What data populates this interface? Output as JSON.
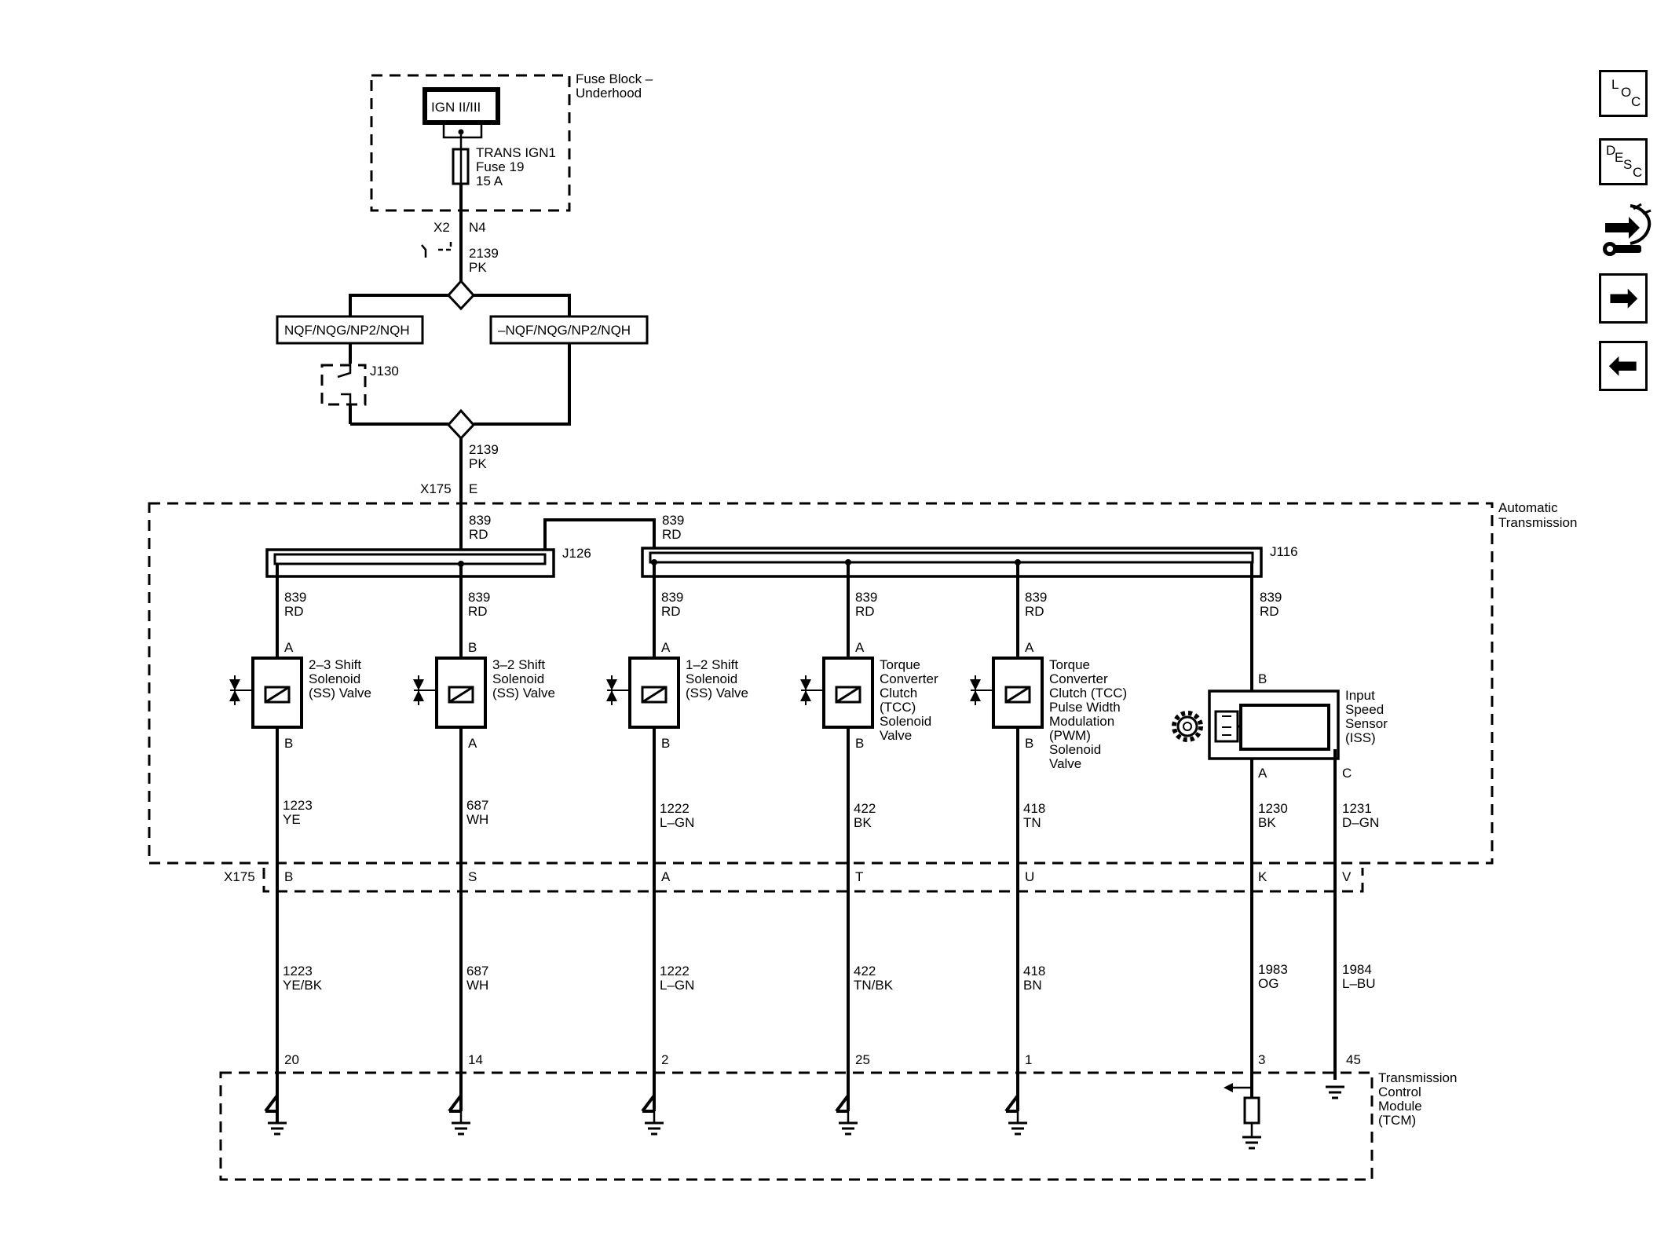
{
  "fuse_block": {
    "title_line1": "Fuse Block –",
    "title_line2": "Underhood",
    "power_label": "IGN II/III",
    "fuse_name": "TRANS IGN1",
    "fuse_number": "Fuse 19",
    "fuse_rating": "15 A"
  },
  "connector_x2": {
    "name": "X2",
    "pin": "N4"
  },
  "feed_wire_upper": {
    "circuit": "2139",
    "color": "PK"
  },
  "feed_wire_lower": {
    "circuit": "2139",
    "color": "PK"
  },
  "options": {
    "left": "NQF/NQG/NP2/NQH",
    "right": "–NQF/NQG/NP2/NQH"
  },
  "jumper_j130": "J130",
  "connector_x175_top": {
    "name": "X175",
    "pin": "E"
  },
  "transmission": {
    "title_line1": "Automatic",
    "title_line2": "Transmission"
  },
  "splices": {
    "j126": "J126",
    "j116": "J116"
  },
  "bus_left_wire": {
    "circuit": "839",
    "color": "RD"
  },
  "bus_right_wire": {
    "circuit": "839",
    "color": "RD"
  },
  "devices": [
    {
      "id": "ss23",
      "feed_circuit": "839",
      "feed_color": "RD",
      "top_pin": "A",
      "bottom_pin": "B",
      "name_lines": [
        "2–3 Shift",
        "Solenoid",
        "(SS) Valve"
      ],
      "inner_circuit": "1223",
      "inner_color": "YE",
      "x175_pin": "B",
      "outer_circuit": "1223",
      "outer_color": "YE/BK",
      "tcm_pin": "20"
    },
    {
      "id": "ss32",
      "feed_circuit": "839",
      "feed_color": "RD",
      "top_pin": "B",
      "bottom_pin": "A",
      "name_lines": [
        "3–2 Shift",
        "Solenoid",
        "(SS) Valve"
      ],
      "inner_circuit": "687",
      "inner_color": "WH",
      "x175_pin": "S",
      "outer_circuit": "687",
      "outer_color": "WH",
      "tcm_pin": "14"
    },
    {
      "id": "ss12",
      "feed_circuit": "839",
      "feed_color": "RD",
      "top_pin": "A",
      "bottom_pin": "B",
      "name_lines": [
        "1–2 Shift",
        "Solenoid",
        "(SS) Valve"
      ],
      "inner_circuit": "1222",
      "inner_color": "L–GN",
      "x175_pin": "A",
      "outer_circuit": "1222",
      "outer_color": "L–GN",
      "tcm_pin": "2"
    },
    {
      "id": "tcc",
      "feed_circuit": "839",
      "feed_color": "RD",
      "top_pin": "A",
      "bottom_pin": "B",
      "name_lines": [
        "Torque",
        "Converter",
        "Clutch",
        "(TCC)",
        "Solenoid",
        "Valve"
      ],
      "inner_circuit": "422",
      "inner_color": "BK",
      "x175_pin": "T",
      "outer_circuit": "422",
      "outer_color": "TN/BK",
      "tcm_pin": "25"
    },
    {
      "id": "tccpwm",
      "feed_circuit": "839",
      "feed_color": "RD",
      "top_pin": "A",
      "bottom_pin": "B",
      "name_lines": [
        "Torque",
        "Converter",
        "Clutch (TCC)",
        "Pulse Width",
        "Modulation",
        "(PWM)",
        "Solenoid",
        "Valve"
      ],
      "inner_circuit": "418",
      "inner_color": "TN",
      "x175_pin": "U",
      "outer_circuit": "418",
      "outer_color": "BN",
      "tcm_pin": "1"
    }
  ],
  "iss": {
    "feed_circuit": "839",
    "feed_color": "RD",
    "name_lines": [
      "Input",
      "Speed",
      "Sensor",
      "(ISS)"
    ],
    "pin_b": "B",
    "pin_a": "A",
    "pin_c": "C",
    "a_inner_circuit": "1230",
    "a_inner_color": "BK",
    "c_inner_circuit": "1231",
    "c_inner_color": "D–GN",
    "a_x175_pin": "K",
    "c_x175_pin": "V",
    "a_outer_circuit": "1983",
    "a_outer_color": "OG",
    "c_outer_circuit": "1984",
    "c_outer_color": "L–BU",
    "a_tcm_pin": "3",
    "c_tcm_pin": "45"
  },
  "connector_x175_bottom": "X175",
  "tcm": {
    "lines": [
      "Transmission",
      "Control",
      "Module",
      "(TCM)"
    ]
  },
  "nav": {
    "loc": [
      "L",
      "O",
      "C"
    ],
    "desc": [
      "D",
      "E",
      "S",
      "C"
    ],
    "next_glyph": "➡",
    "prev_glyph": "⬅"
  }
}
